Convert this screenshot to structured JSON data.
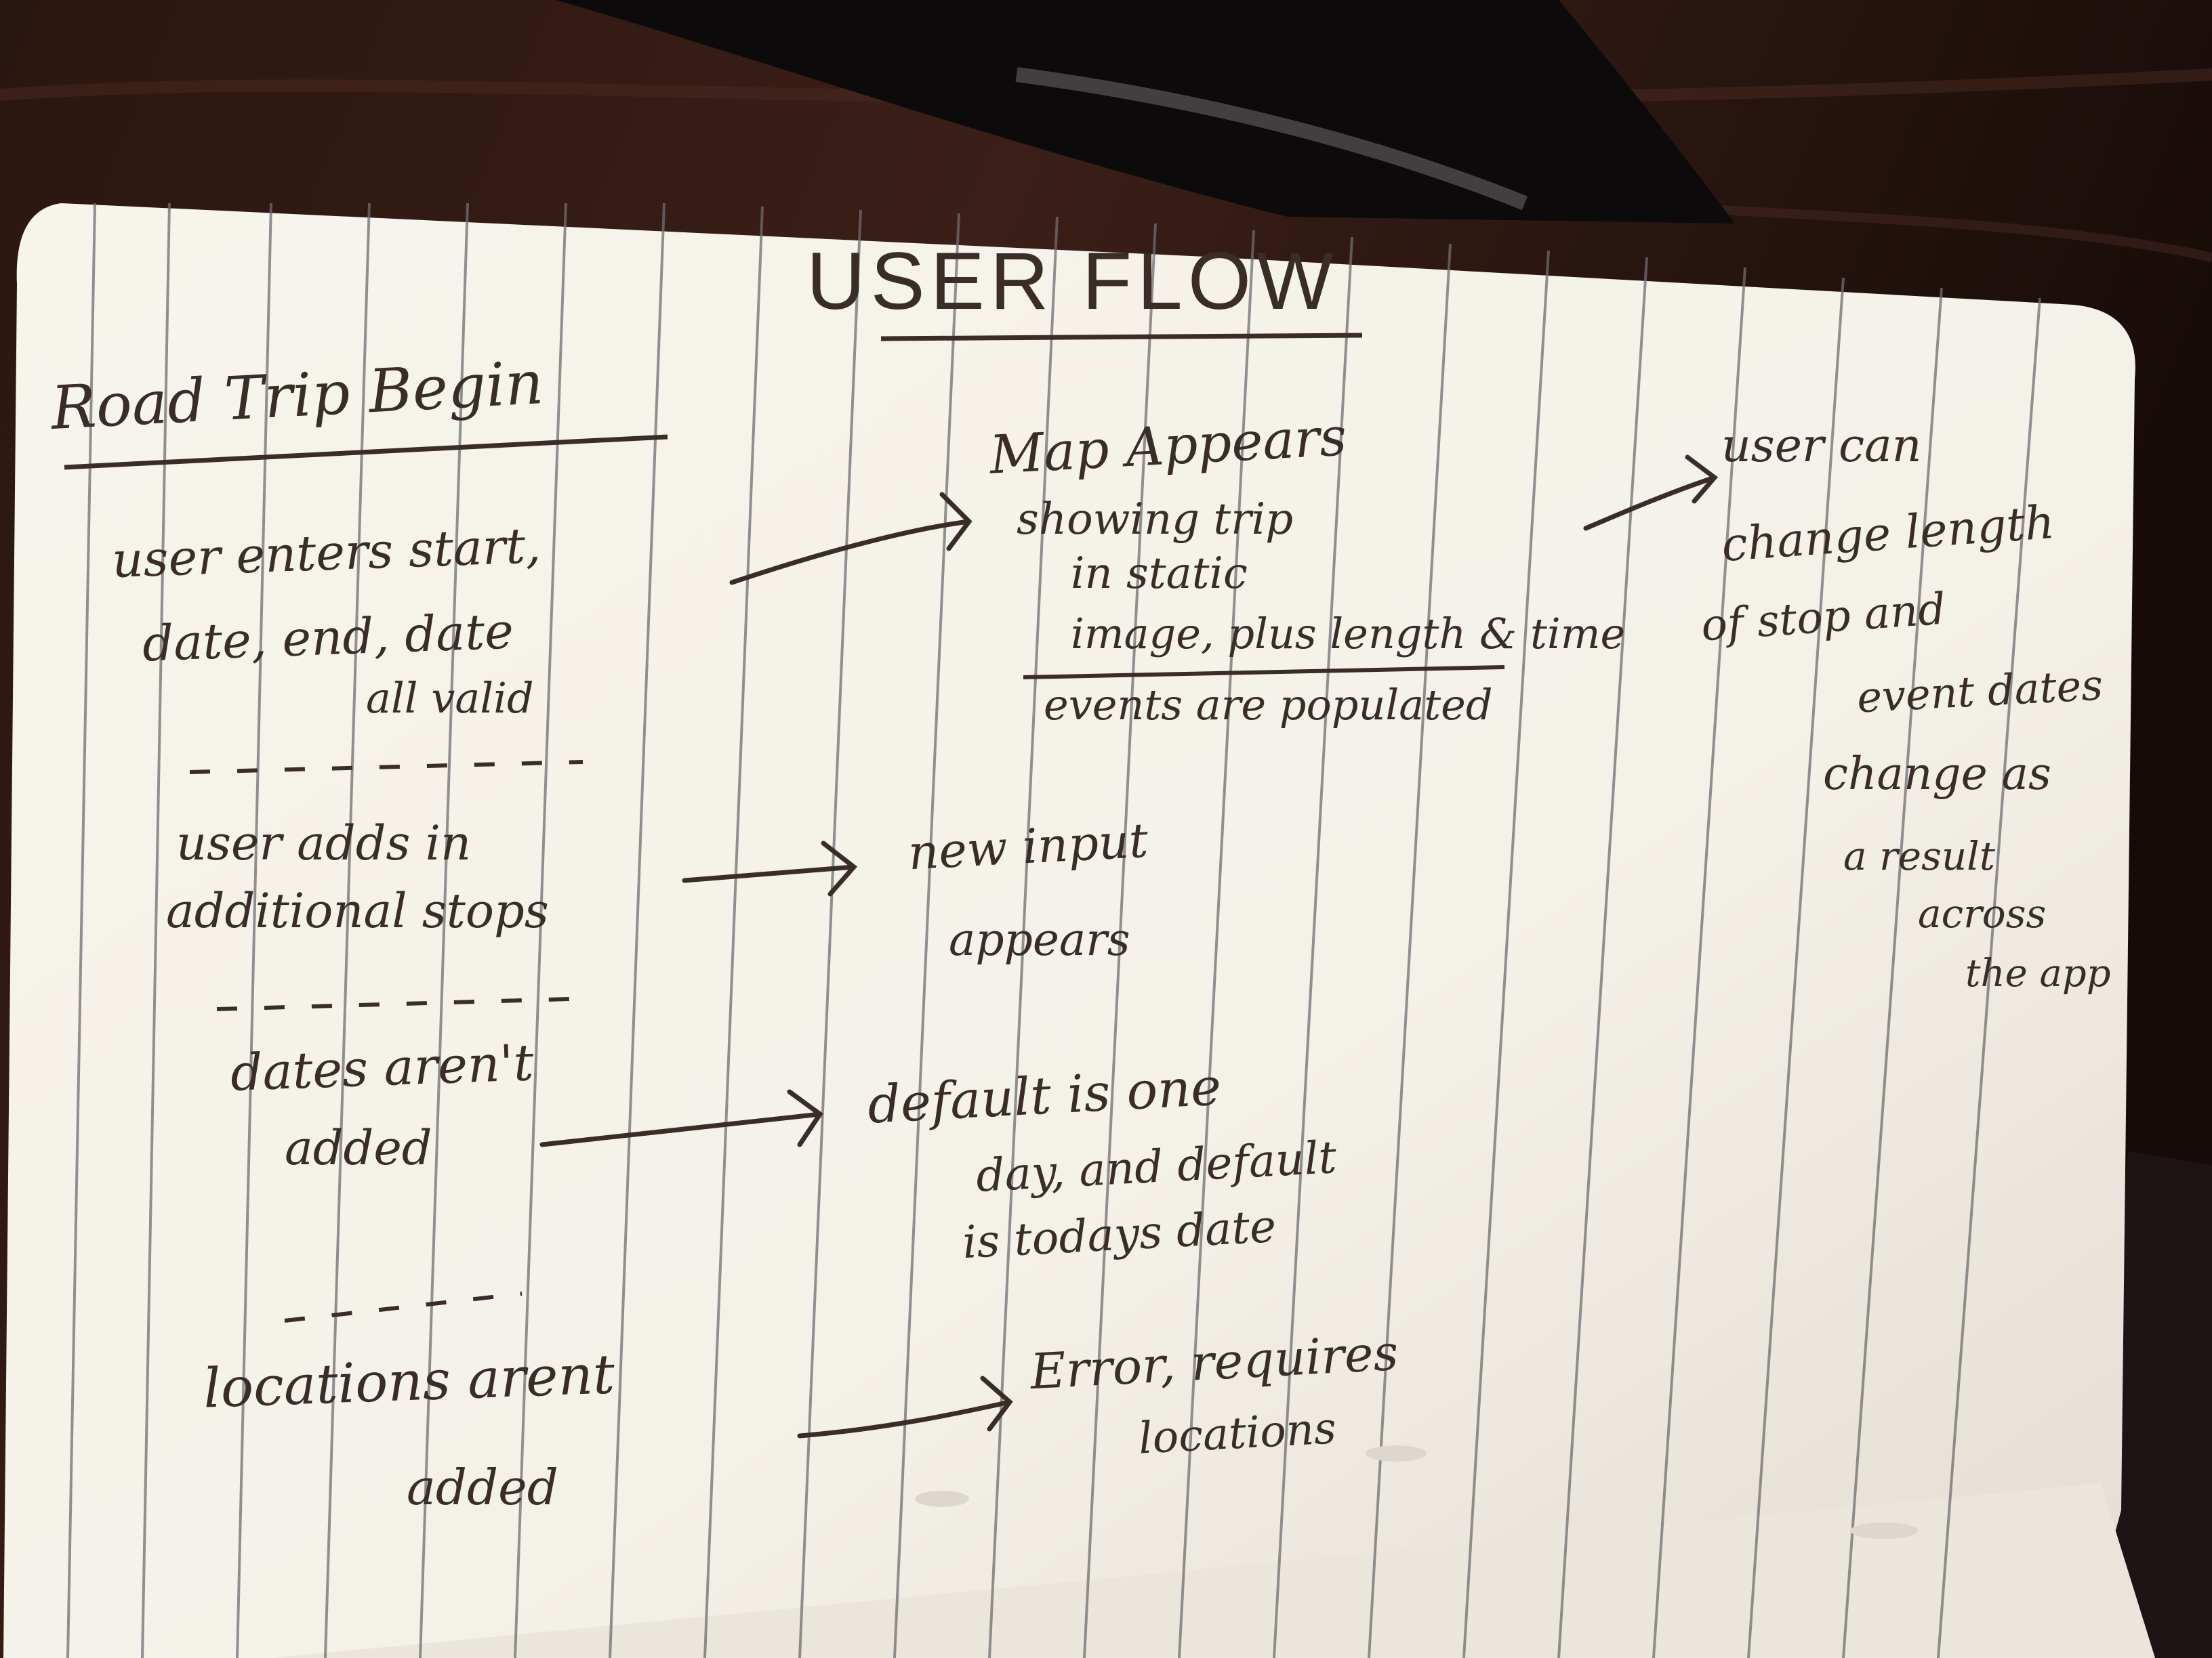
{
  "colors": {
    "table_dark": "#1a0f0c",
    "table_wood": "#3b1f18",
    "leather": "#0d0a0b",
    "paper": "#f4f1e9",
    "paper_shade": "#e3ddd2",
    "rule_line": "#6f6d70",
    "ink": "#3a2c26"
  },
  "page": {
    "title": "USER FLOW",
    "section_heading": "Road Trip Begin",
    "scenarios": [
      {
        "trigger": [
          "user enters start,",
          "date, end, date",
          "all valid"
        ],
        "result": [
          "Map Appears",
          "showing trip",
          "in static",
          "image, plus length & time",
          "events are populated"
        ]
      },
      {
        "trigger": [
          "user adds in",
          "additional stops"
        ],
        "result": [
          "new input",
          "appears"
        ]
      },
      {
        "trigger": [
          "dates aren't",
          "added"
        ],
        "result": [
          "default is one",
          "day, and default",
          "is todays date"
        ]
      },
      {
        "trigger": [
          "locations arent",
          "added"
        ],
        "result": [
          "Error, requires",
          "locations"
        ]
      }
    ],
    "followup": [
      "user can",
      "change length",
      "of stop and",
      "event dates",
      "change as",
      "a result",
      "across",
      "the app"
    ]
  }
}
